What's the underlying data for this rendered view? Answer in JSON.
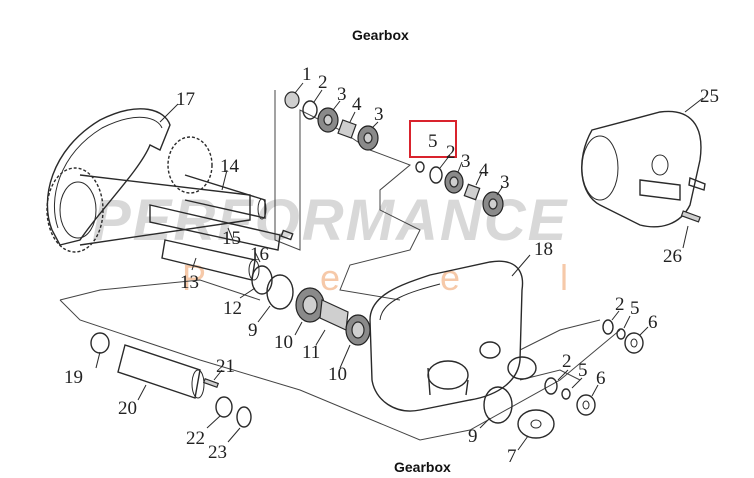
{
  "title_top": "Gearbox",
  "title_bottom": "Gearbox",
  "watermark": {
    "main": "PERFORMANCE",
    "sub": [
      "P",
      "e",
      "e",
      "l"
    ]
  },
  "highlight_color": "#d9232d",
  "callouts": {
    "c1": "1",
    "c2a": "2",
    "c3a": "3",
    "c4a": "4",
    "c3b": "3",
    "c5h": "5",
    "c2b": "2",
    "c3c": "3",
    "c4b": "4",
    "c3d": "3",
    "c17": "17",
    "c14": "14",
    "c15": "15",
    "c16": "16",
    "c13": "13",
    "c12": "12",
    "c9a": "9",
    "c10a": "10",
    "c11": "11",
    "c10b": "10",
    "c18": "18",
    "c25": "25",
    "c26": "26",
    "c2c": "2",
    "c5b": "5",
    "c6a": "6",
    "c2d": "2",
    "c5c": "5",
    "c6b": "6",
    "c19": "19",
    "c20": "20",
    "c21": "21",
    "c22": "22",
    "c23": "23",
    "c9b": "9",
    "c7": "7"
  }
}
